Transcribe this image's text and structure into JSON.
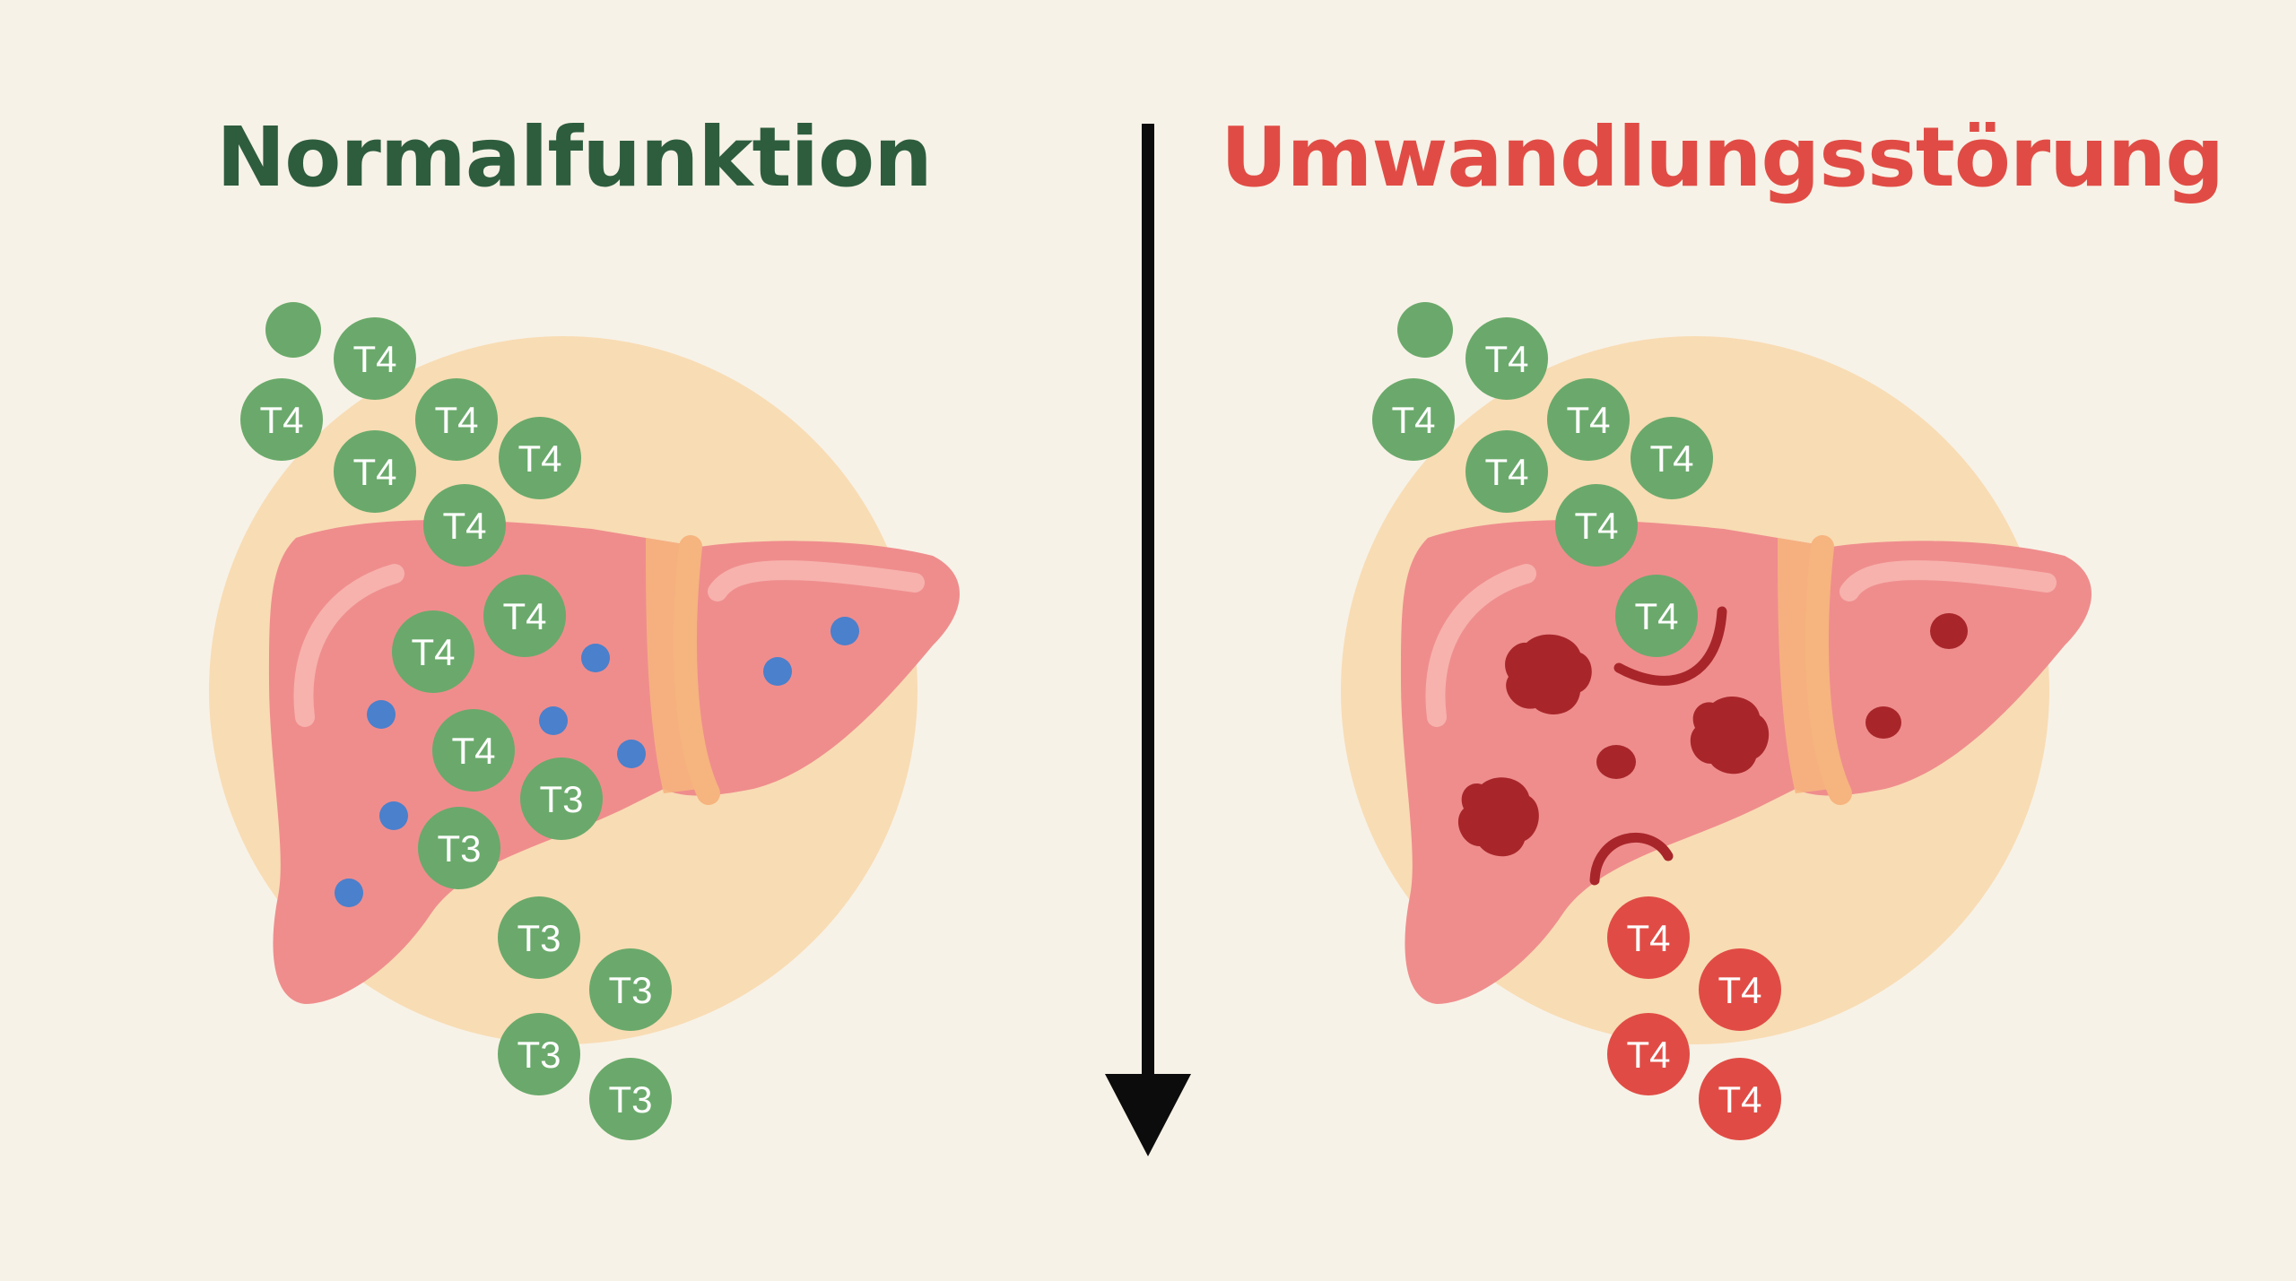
{
  "panels": {
    "left": {
      "title": "Normalfunktion",
      "title_color": "#2e5d3e"
    },
    "right": {
      "title": "Umwandlungsstörung",
      "title_color": "#e04c45"
    }
  },
  "molecules": {
    "left_upper": [
      "",
      "T4",
      "T4",
      "T4",
      "T4",
      "T4",
      "T4"
    ],
    "left_inside": [
      "T4",
      "T4",
      "T4",
      "T3",
      "T3"
    ],
    "left_lower": [
      "T3",
      "T3",
      "T3",
      "T3"
    ],
    "right_upper": [
      "",
      "T4",
      "T4",
      "T4",
      "T4",
      "T4",
      "T4",
      "T4"
    ],
    "right_lower": [
      "T4",
      "T4",
      "T4",
      "T4"
    ]
  },
  "colors": {
    "green_molecule": "#6aa96b",
    "red_molecule": "#e04c45",
    "liver": "#ef8d8d",
    "liver_bridge": "#f6b47e",
    "halo": "#f8dcb4",
    "blue_dot": "#4a80cc",
    "lesion": "#a8262a",
    "arrow": "#0c0c0c",
    "background": "#f7f2e7"
  }
}
